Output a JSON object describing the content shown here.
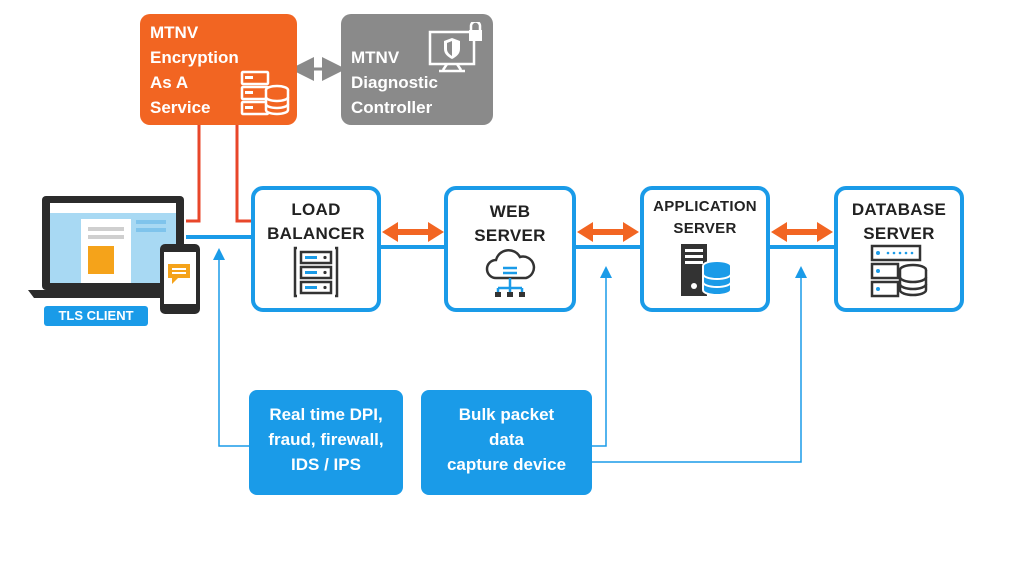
{
  "encryption_box": {
    "lines": [
      "MTNV",
      "Encryption",
      "As A",
      "Service"
    ],
    "icon": "server-database-icon"
  },
  "diagnostic_box": {
    "lines": [
      "MTNV",
      "Diagnostic",
      "Controller"
    ],
    "icon": "monitor-shield-lock-icon"
  },
  "client": {
    "label": "TLS CLIENT",
    "icon": "laptop-phone-icon"
  },
  "servers": [
    {
      "lines": [
        "LOAD",
        "BALANCER"
      ],
      "icon": "server-rack-icon"
    },
    {
      "lines": [
        "WEB",
        "SERVER"
      ],
      "icon": "cloud-network-icon"
    },
    {
      "lines": [
        "APPLICATION",
        "SERVER"
      ],
      "icon": "server-database-icon"
    },
    {
      "lines": [
        "DATABASE",
        "SERVER"
      ],
      "icon": "server-database-icon"
    }
  ],
  "dpi_box": {
    "lines": [
      "Real time DPI,",
      "fraud, firewall,",
      "IDS / IPS"
    ]
  },
  "capture_box": {
    "lines": [
      "Bulk packet",
      "data",
      "capture device"
    ]
  },
  "colors": {
    "accent_blue": "#1a9be8",
    "accent_orange": "#f26522",
    "gray": "#8a8a8a",
    "dark": "#2b2b2b"
  }
}
